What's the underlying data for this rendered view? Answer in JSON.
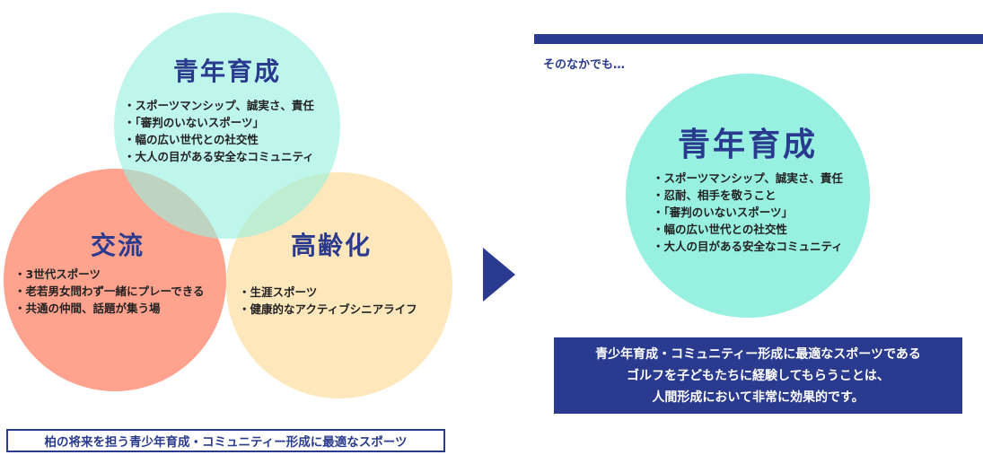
{
  "venn": {
    "colors": {
      "youth": "#97f0e0",
      "exchange": "#ff9a84",
      "aging": "#ffe3b0",
      "title": "#2a3a8f"
    },
    "youth": {
      "title": "青年育成",
      "items": [
        "スポーツマンシップ、誠実さ、責任",
        "「審判のいないスポーツ」",
        "幅の広い世代との社交性",
        "大人の目がある安全なコミュニティ"
      ]
    },
    "exchange": {
      "title": "交流",
      "items": [
        "3世代スポーツ",
        "老若男女問わず一緒にプレーできる",
        "共通の仲間、話題が集う場"
      ]
    },
    "aging": {
      "title": "高齢化",
      "items": [
        "生涯スポーツ",
        "健康的なアクティブシニアライフ"
      ]
    },
    "caption": "柏の将来を担う青少年育成・コミュニティー形成に最適なスポーツ"
  },
  "right": {
    "lead": "そのなかでも…",
    "title": "青年育成",
    "items": [
      "スポーツマンシップ、誠実さ、責任",
      "忍耐、相手を敬うこと",
      "「審判のいないスポーツ」",
      "幅の広い世代との社交性",
      "大人の目がある安全なコミュニティ"
    ],
    "conclusion": [
      "青少年育成・コミュニティー形成に最適なスポーツである",
      "ゴルフを子どもたちに経験してもらうことは、",
      "人間形成において非常に効果的です。"
    ]
  }
}
